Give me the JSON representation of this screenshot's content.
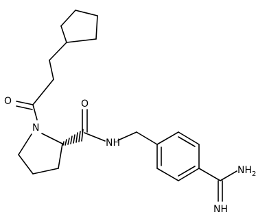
{
  "molecule": {
    "atoms": {
      "carbonyl_oxygen_acyl": "O",
      "carbonyl_oxygen_amide": "O",
      "ring_nitrogen": "N",
      "amide_nh": "NH",
      "amidine_nh2": "NH",
      "amidine_nh2_subscript": "2",
      "amidine_imine": "NH"
    },
    "colors": {
      "bond": "#000000",
      "label": "#000000",
      "background": "#ffffff"
    }
  }
}
